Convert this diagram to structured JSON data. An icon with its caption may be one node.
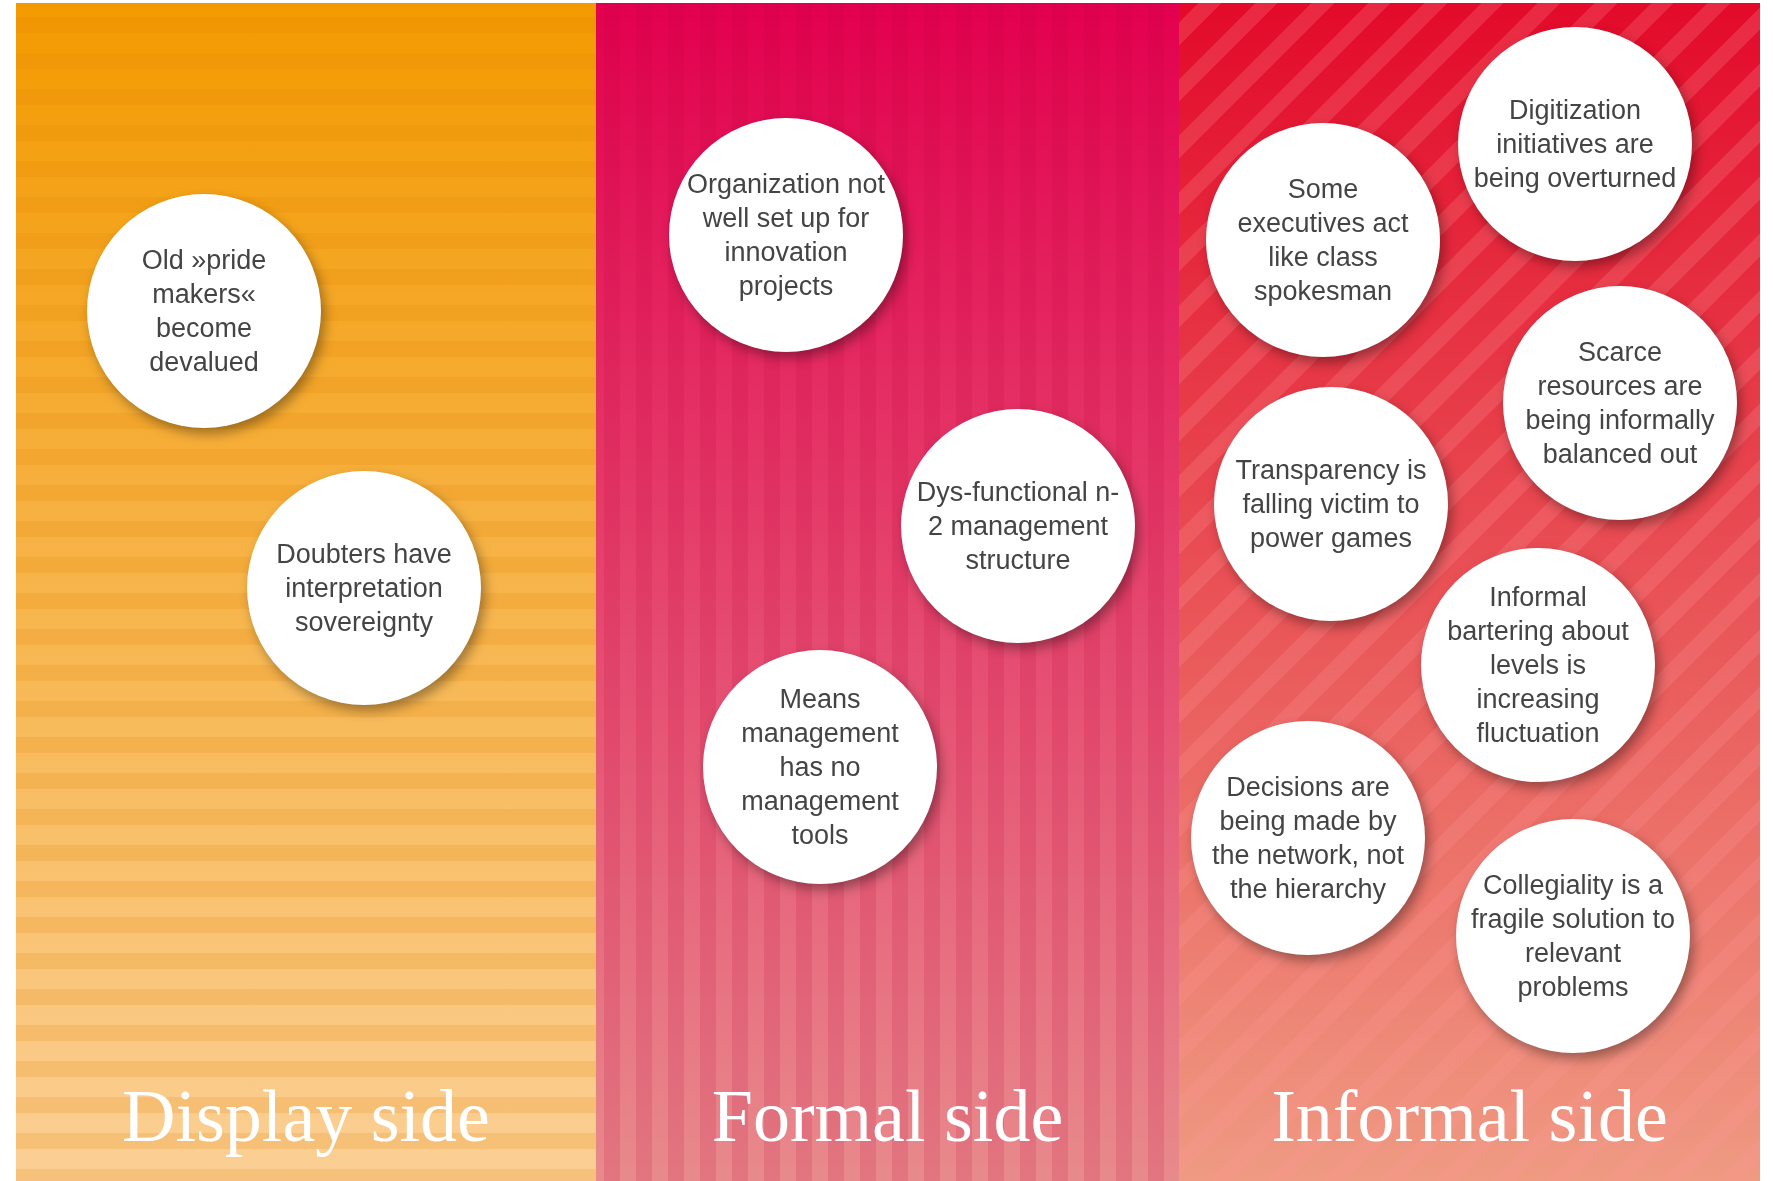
{
  "diagram": {
    "nodes": [
      {
        "text": [
          "Display side"
        ]
      },
      {
        "text": [
          "Old »pride makers« become devalued"
        ],
        "in": 0
      },
      {
        "text": [
          "Doubters have interpretation sovereignty"
        ],
        "in": 0
      },
      {
        "text": [
          "Formal side"
        ]
      },
      {
        "text": [
          "Organization not well set up for innovation projects"
        ],
        "in": 3
      },
      {
        "text": [
          "Dys-functional n-2 management structure"
        ],
        "in": 3
      },
      {
        "text": [
          "Means management has no management tools"
        ],
        "in": 3
      },
      {
        "text": [
          "Informal side"
        ]
      },
      {
        "text": [
          "Some executives act like class spokesman"
        ],
        "in": 7
      },
      {
        "text": [
          "Digitization initiatives are being overturned"
        ],
        "in": 7
      },
      {
        "text": [
          "Scarce resources are being informally balanced out"
        ],
        "in": 7
      },
      {
        "text": [
          "Transparency is falling victim to power games"
        ],
        "in": 7
      },
      {
        "text": [
          "Informal bartering about levels is increasing fluctuation"
        ],
        "in": 7
      },
      {
        "text": [
          "Decisions are being made by the network, not the hierarchy"
        ],
        "in": 7
      },
      {
        "text": [
          "Collegiality is a fragile solution to relevant problems"
        ],
        "in": 7
      }
    ],
    "edges": []
  }
}
